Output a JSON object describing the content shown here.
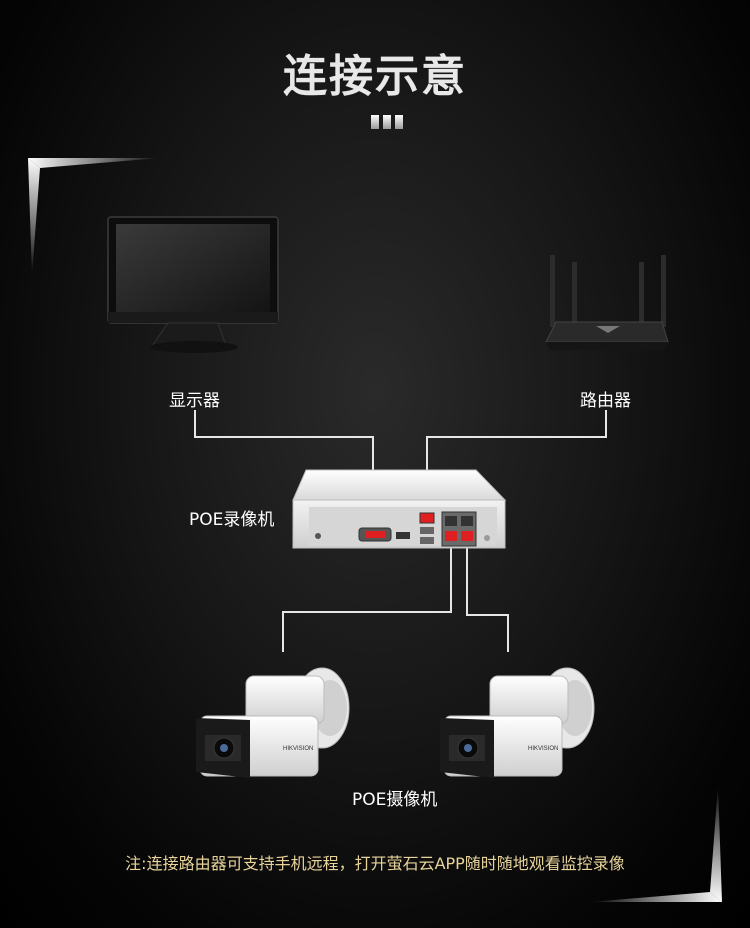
{
  "title": "连接示意",
  "labels": {
    "monitor": "显示器",
    "router": "路由器",
    "nvr": "POE录像机",
    "camera": "POE摄像机"
  },
  "camera_brand": "HIKVISION",
  "note": "注:连接路由器可支持手机远程，打开萤石云APP随时随地观看监控录像",
  "colors": {
    "background": "#000000",
    "note_text": "#e8d49a",
    "port_highlight": "#e02020",
    "cable": "#e6e6e6"
  }
}
